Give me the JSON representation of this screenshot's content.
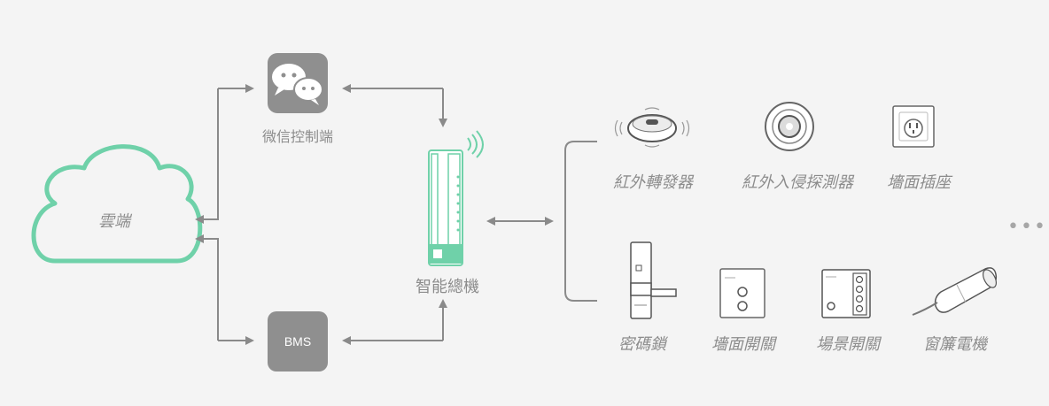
{
  "cloud": {
    "label": "雲端"
  },
  "wechat": {
    "label": "微信控制端"
  },
  "bms": {
    "label": "BMS"
  },
  "hub": {
    "label": "智能總機"
  },
  "devices": {
    "ir_blaster": "紅外轉發器",
    "ir_sensor": "紅外入侵探測器",
    "wall_socket": "墻面插座",
    "door_lock": "密碼鎖",
    "wall_switch": "墻面開關",
    "scene_switch": "場景開關",
    "curtain_motor": "窗簾電機",
    "more": "•••"
  },
  "colors": {
    "accent": "#6fd1a9",
    "gray_box": "#8f8f8f",
    "line": "#8a8a8a",
    "text": "#8c8c8c"
  }
}
